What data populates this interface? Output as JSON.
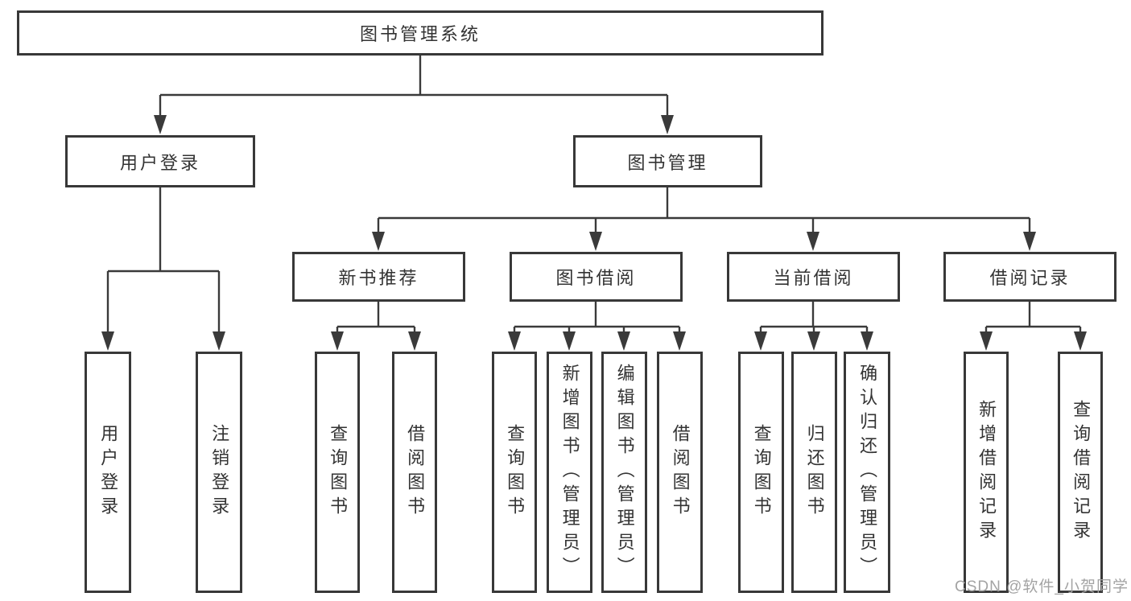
{
  "tree": {
    "label": "图书管理系统",
    "children": [
      {
        "label": "用户登录",
        "children": [
          {
            "label": "用户登录"
          },
          {
            "label": "注销登录"
          }
        ]
      },
      {
        "label": "图书管理",
        "children": [
          {
            "label": "新书推荐",
            "children": [
              {
                "label": "查询图书"
              },
              {
                "label": "借阅图书"
              }
            ]
          },
          {
            "label": "图书借阅",
            "children": [
              {
                "label": "查询图书"
              },
              {
                "label": "新增图书（管理员）"
              },
              {
                "label": "编辑图书（管理员）"
              },
              {
                "label": "借阅图书"
              }
            ]
          },
          {
            "label": "当前借阅",
            "children": [
              {
                "label": "查询图书"
              },
              {
                "label": "归还图书"
              },
              {
                "label": "确认归还（管理员）"
              }
            ]
          },
          {
            "label": "借阅记录",
            "children": [
              {
                "label": "新增借阅记录"
              },
              {
                "label": "查询借阅记录"
              }
            ]
          }
        ]
      }
    ]
  },
  "watermark": {
    "text": "CSDN @软件_小贺同学"
  },
  "colors": {
    "line": "#3a3a3a",
    "box_border": "#383838",
    "box_fill": "#ffffff",
    "text": "#333333",
    "watermark": "#a3a3a3",
    "background": "#ffffff"
  }
}
